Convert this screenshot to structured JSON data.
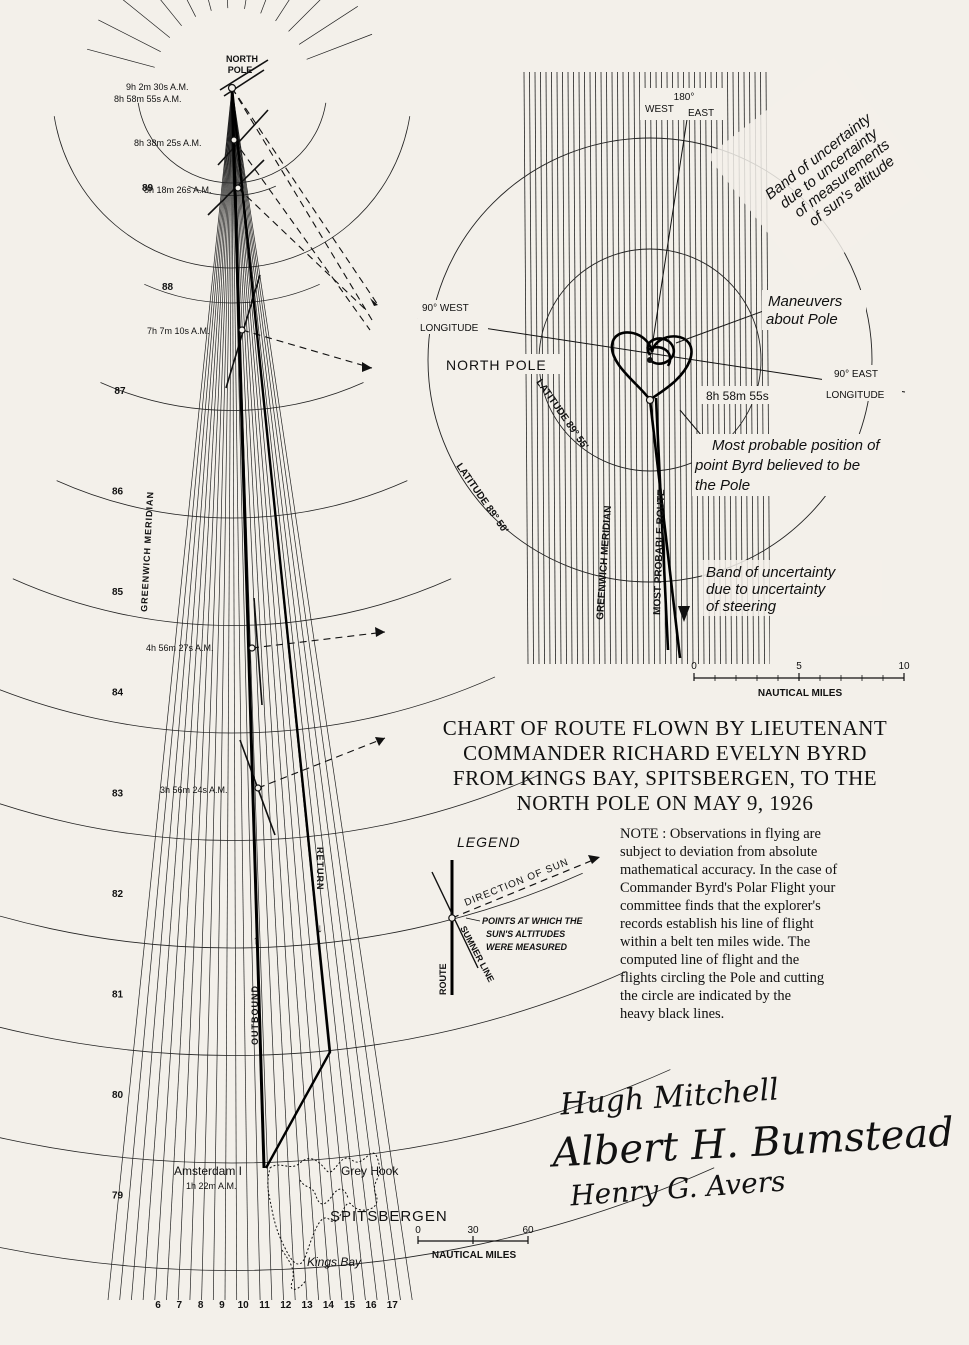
{
  "colors": {
    "paper": "#f3f0ea",
    "ink": "#111111"
  },
  "left_chart": {
    "north_pole": [
      "NORTH",
      "POLE"
    ],
    "latitude_labels": [
      "79",
      "80",
      "81",
      "82",
      "83",
      "84",
      "85",
      "86",
      "87",
      "88",
      "89"
    ],
    "longitude_labels": [
      "6",
      "7",
      "8",
      "9",
      "10",
      "11",
      "12",
      "13",
      "14",
      "15",
      "16",
      "17"
    ],
    "meridian_label": "GREENWICH MERIDIAN",
    "outbound_label": "OUTBOUND",
    "return_label": "RETURN",
    "times": [
      "9h 2m 30s A.M.",
      "8h 58m 55s A.M.",
      "8h 38m 25s A.M.",
      "8h 18m 26s A.M.",
      "7h 7m 10s A.M.",
      "4h 56m 27s A.M.",
      "3h 56m 24s A.M."
    ],
    "place_labels": {
      "amsterdam": "Amsterdam I",
      "amsterdam_time": "1h 22m A.M.",
      "grey_hook": "Grey Hook",
      "spitsbergen": "SPITSBERGEN",
      "kings_bay": "Kings Bay"
    },
    "scale": {
      "ticks": [
        "0",
        "30",
        "60"
      ],
      "unit": "NAUTICAL MILES"
    }
  },
  "right_chart": {
    "meridian_180": [
      "180°",
      "WEST",
      "EAST"
    ],
    "west_longitude": [
      "90° WEST",
      "LONGITUDE"
    ],
    "east_longitude": [
      "90° EAST",
      "LONGITUDE"
    ],
    "north_pole": "NORTH POLE",
    "latitude_inner": "LATITUDE 89° 55'",
    "latitude_outer": "LATITUDE 89° 50'",
    "greenwich": "GREENWICH MERIDIAN",
    "most_probable_route": "MOST PROBABLE ROUTE",
    "time": "8h 58m 55s",
    "annotations": {
      "band_altitude": [
        "Band of uncertainty",
        "due to uncertainty",
        "of measurements",
        "of sun's altitude"
      ],
      "maneuvers": [
        "Maneuvers",
        "about Pole"
      ],
      "most_probable": [
        "Most probable position of",
        "point Byrd believed to be",
        "the Pole"
      ],
      "band_steering": [
        "Band of uncertainty",
        "due to uncertainty",
        "of steering"
      ]
    },
    "scale": {
      "ticks": [
        "0",
        "5",
        "10"
      ],
      "unit": "NAUTICAL MILES"
    }
  },
  "title_lines": [
    "CHART OF ROUTE FLOWN BY LIEUTENANT",
    "COMMANDER RICHARD EVELYN BYRD",
    "FROM KINGS BAY, SPITSBERGEN, TO THE",
    "NORTH POLE ON MAY 9, 1926"
  ],
  "legend": {
    "title": "LEGEND",
    "direction_of_sun": "DIRECTION OF SUN",
    "points_measured": [
      "POINTS AT WHICH THE",
      "SUN'S ALTITUDES",
      "WERE MEASURED"
    ],
    "sumner_line": "SUMNER LINE",
    "route": "ROUTE"
  },
  "note_lines": [
    "NOTE : Observations in flying are",
    "subject to deviation from absolute",
    "mathematical accuracy. In the case of",
    "Commander Byrd's Polar Flight your",
    "committee finds that the explorer's",
    "records establish his line of flight",
    "within a belt ten miles wide. The",
    "computed line of flight and the",
    "flights circling the Pole and cutting",
    "the circle are indicated by the",
    "heavy black lines."
  ],
  "signatures": [
    "Hugh Mitchell",
    "Albert H. Bumstead",
    "Henry G. Avers"
  ]
}
